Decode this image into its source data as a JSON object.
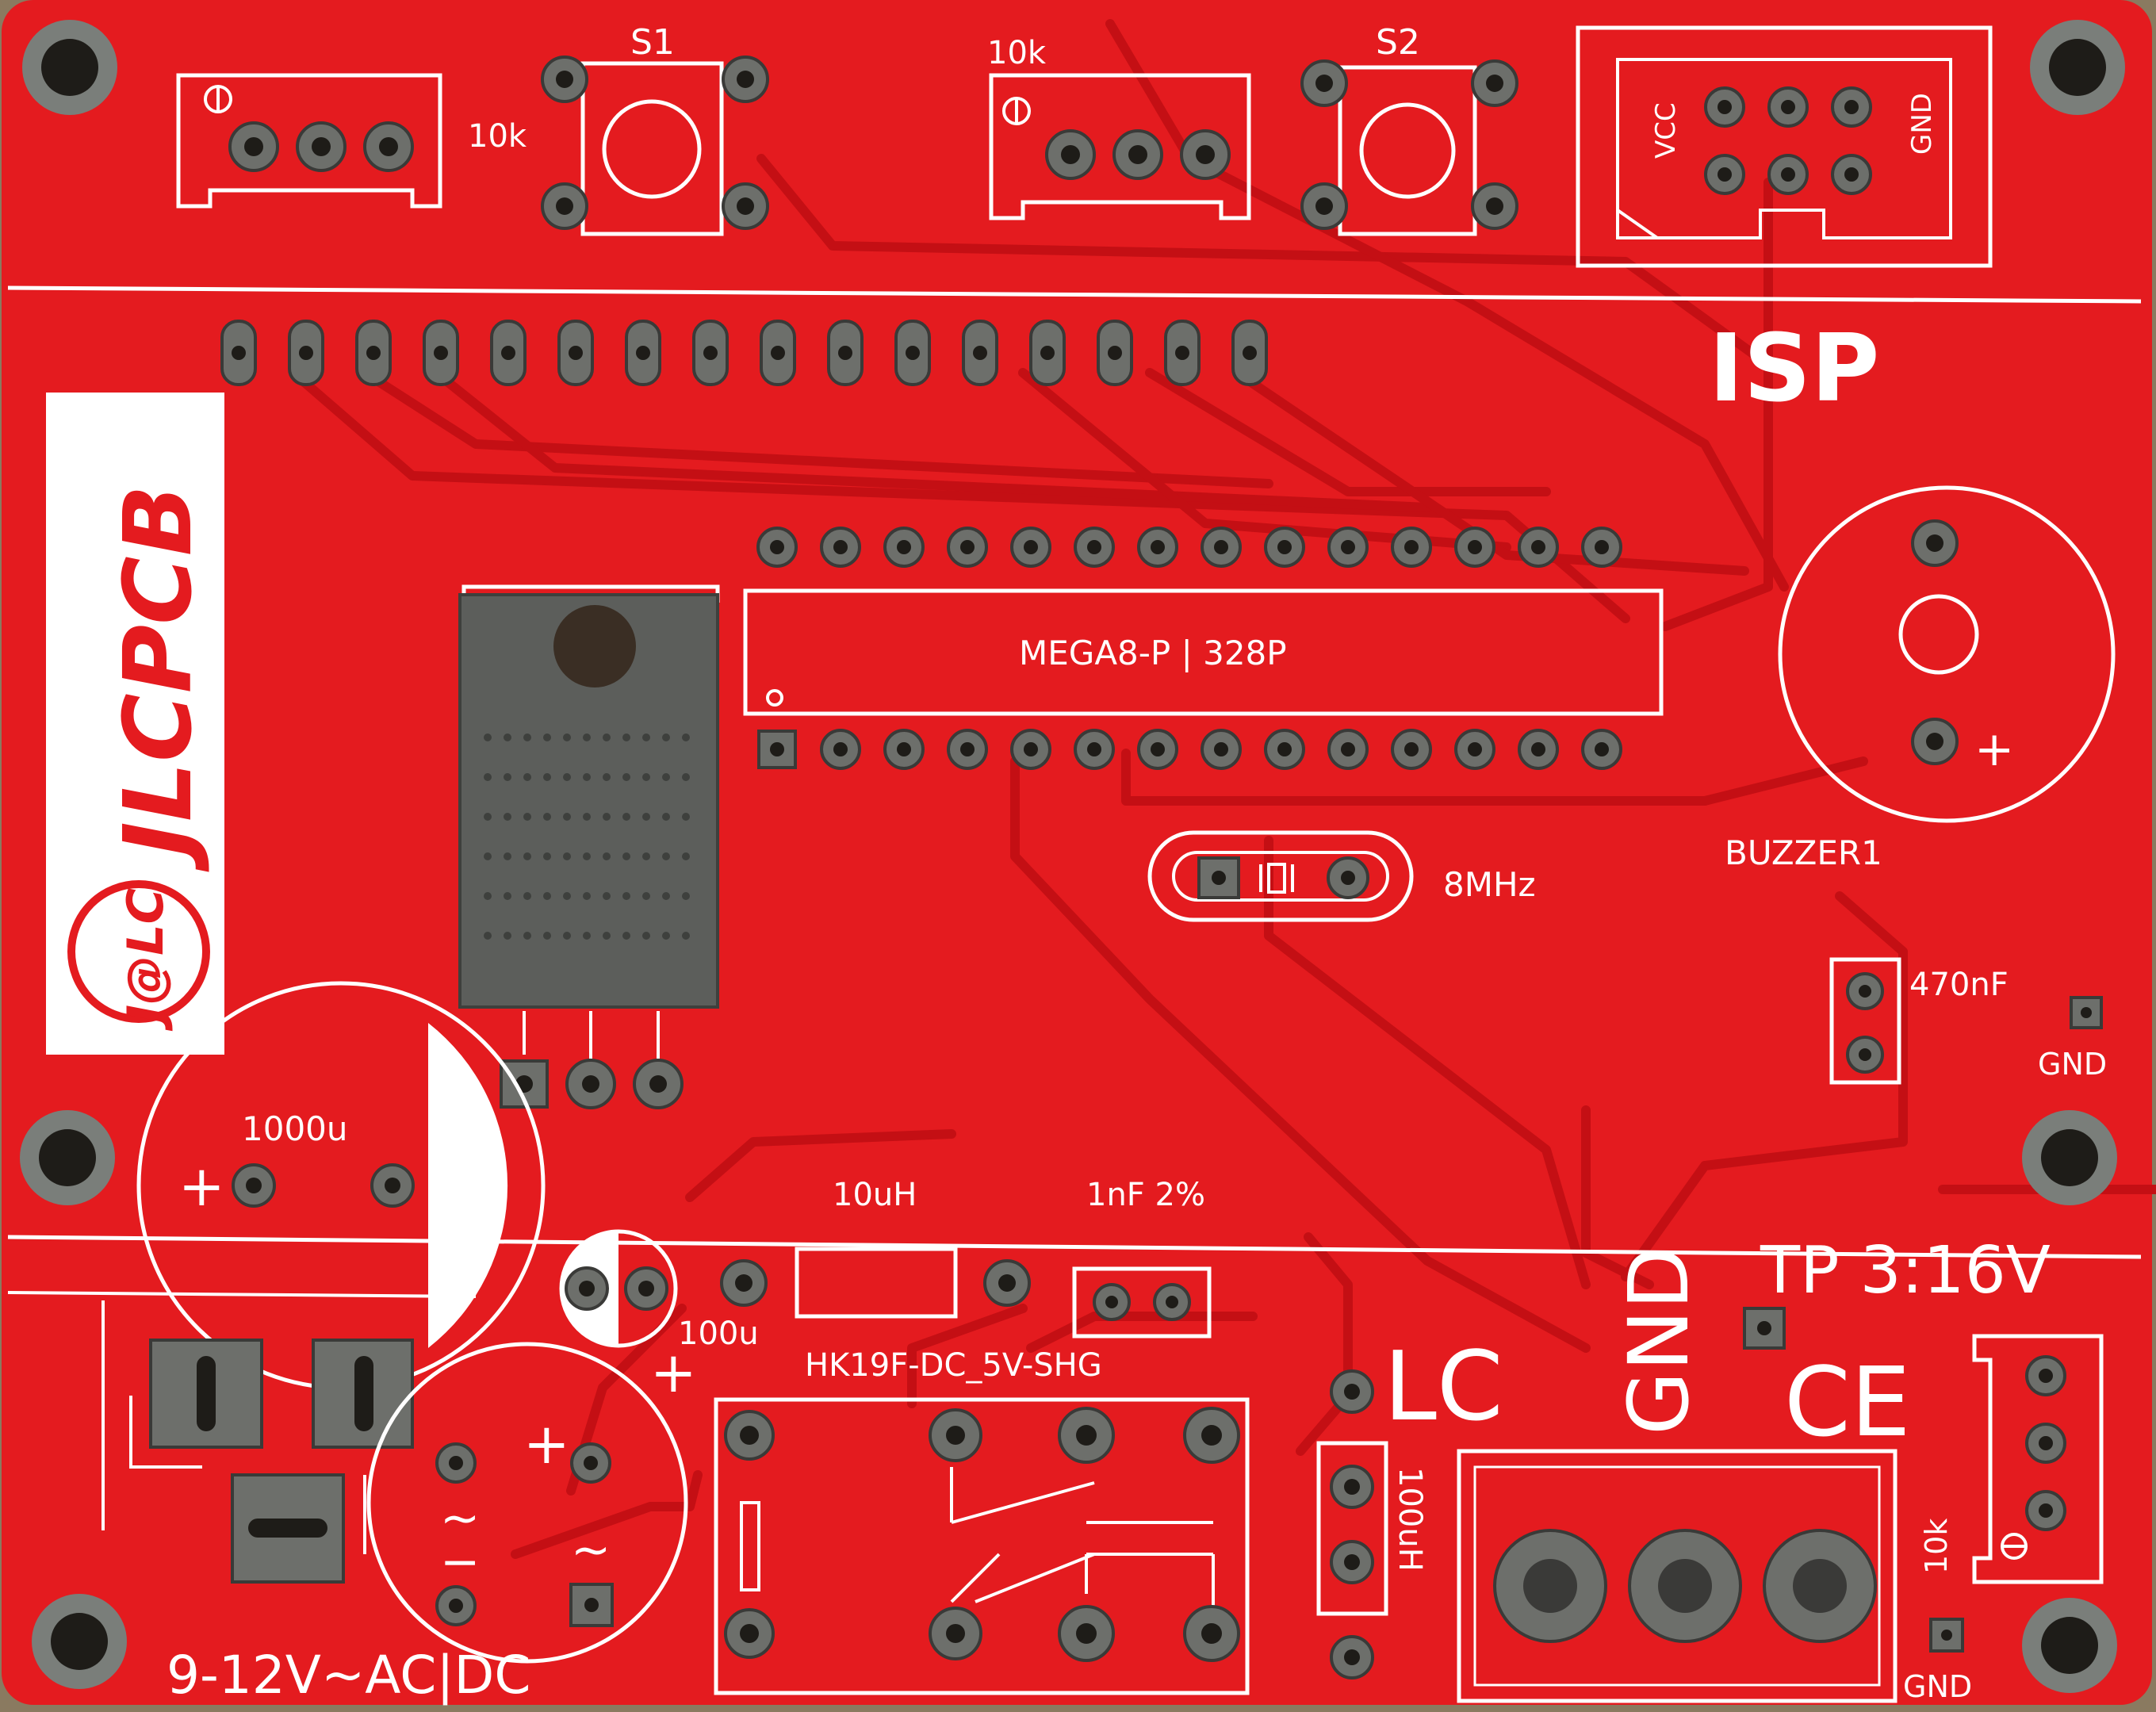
{
  "board": {
    "brand": "JLCPCB",
    "brand_small": "J@LC",
    "colors": {
      "solder_mask": "#e41b1f",
      "trace": "#c40f14",
      "silkscreen": "#ffffff",
      "pad": "#6d6f6b",
      "background": "#8a7a60"
    }
  },
  "labels": {
    "pot1_value": "10k",
    "s1": "S1",
    "pot2_value": "10k",
    "s2": "S2",
    "isp_vcc": "VCC",
    "isp_gnd": "GND",
    "isp": "ISP",
    "mcu": "MEGA8-P | 328P",
    "buzzer": "BUZZER1",
    "buzzer_plus": "+",
    "crystal": "8MHz",
    "cap_470": "470nF",
    "gnd_right": "GND",
    "cap_1000": "1000u",
    "cap_1000_plus": "+",
    "inductor": "10uH",
    "cap_1n": "1nF 2%",
    "cap_100": "100u",
    "cap_100_plus": "+",
    "relay": "HK19F-DC_5V-SHG",
    "tp": "TP 3:16V",
    "lc": "LC",
    "gnd_big": "GND",
    "ce": "CE",
    "inductor_100": "100uH",
    "pot3_value": "10k",
    "gnd_bottom": "GND",
    "power_input": "9-12V~AC|DC",
    "bridge_plus": "+",
    "bridge_ac1": "~",
    "bridge_ac2": "~",
    "bridge_minus": "−"
  },
  "icons": [
    "mounting-hole",
    "header-pad",
    "dip-pad",
    "buzzer-outline",
    "crystal-symbol",
    "relay-switch-symbol",
    "banana-terminal",
    "voltage-regulator-tab"
  ]
}
